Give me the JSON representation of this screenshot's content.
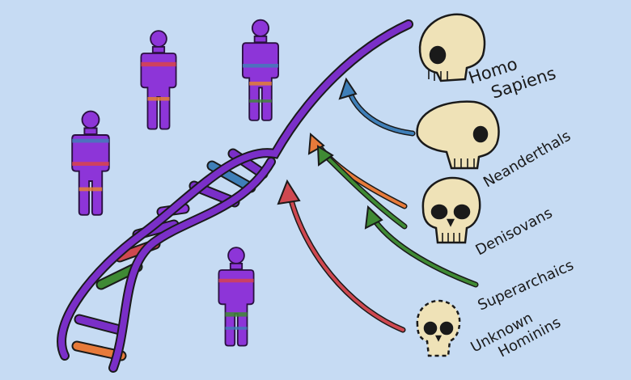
{
  "labels": {
    "homo_sapiens_line1": "Homo",
    "homo_sapiens_line2": "Sapiens",
    "neanderthals": "Neanderthals",
    "denisovans": "Denisovans",
    "superarchaics": "Superarchaics",
    "unknown_line1": "Unknown",
    "unknown_line2": "Hominins"
  },
  "colors": {
    "background": "#c6dbf3",
    "human_body": "#8d35d8",
    "dna_purple": "#7a2fc8",
    "arrow_blue": "#3f7fb8",
    "arrow_orange": "#e77a3a",
    "arrow_green": "#3f8a34",
    "arrow_red": "#cf4850",
    "skull": "#efe2b7",
    "outline": "#1a1a1a"
  },
  "icons": [
    "human-figure-icon",
    "dna-helix-icon",
    "skull-icon",
    "arrow-icon"
  ]
}
